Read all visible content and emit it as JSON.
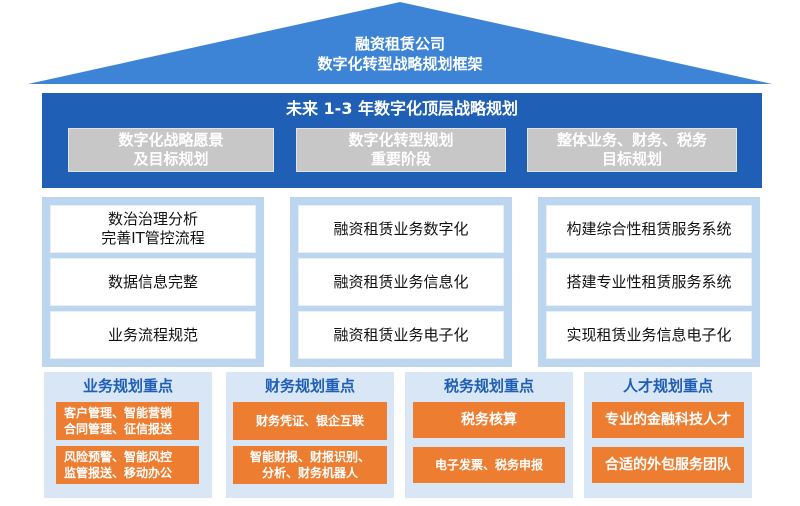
{
  "roof": {
    "line1": "融资租赁公司",
    "line2": "数字化转型战略规划框架"
  },
  "band": {
    "title": "未来 1-3 年数字化顶层战略规划",
    "boxes": [
      "数字化战略愿景\n及目标规划",
      "数字化转型规划\n重要阶段",
      "整体业务、财务、税务\n目标规划"
    ]
  },
  "columns": [
    {
      "items": [
        "数治治理分析\n完善IT管控流程",
        "数据信息完整",
        "业务流程规范"
      ]
    },
    {
      "items": [
        "融资租赁业务数字化",
        "融资租赁业务信息化",
        "融资租赁业务电子化"
      ]
    },
    {
      "items": [
        "构建综合性租赁服务系统",
        "搭建专业性租赁服务系统",
        "实现租赁业务信息电子化"
      ]
    }
  ],
  "foundations": [
    {
      "title": "业务规划重点",
      "items": [
        "客户管理、智能营销\n合同管理、征信报送",
        "风险预警、智能风控\n监管报送、移动办公"
      ]
    },
    {
      "title": "财务规划重点",
      "items": [
        "财务凭证、银企互联",
        "智能财报、财报识别、\n分析、财务机器人"
      ]
    },
    {
      "title": "税务规划重点",
      "items": [
        "税务核算",
        "电子发票、税务申报"
      ]
    },
    {
      "title": "人才规划重点",
      "items": [
        "专业的金融科技人才",
        "合适的外包服务团队"
      ]
    }
  ],
  "colors": {
    "roof": "#3d84d6",
    "band": "#1f5fb5",
    "gray_box": "#c7c7c7",
    "column_bg": "#bcd6f0",
    "orange": "#ed7d31",
    "title_blue": "#1f5fb5"
  }
}
